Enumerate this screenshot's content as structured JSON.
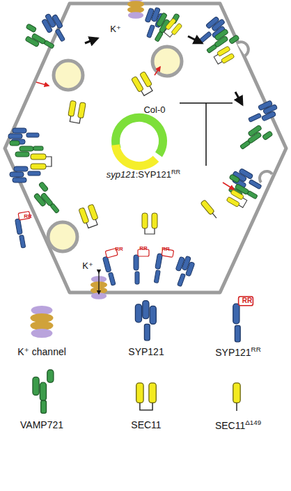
{
  "diagram": {
    "labels": [
      "K⁺",
      "Col-0",
      "syp121:SYP121RR",
      "RR",
      "K⁺",
      "RR",
      "RR",
      "RR",
      "RR"
    ],
    "legend": [
      {
        "text": "K⁺ channel"
      },
      {
        "text": "SYP121"
      },
      {
        "text": "SYP121RR"
      },
      {
        "text": "VAMP721"
      },
      {
        "text": "SEC11"
      },
      {
        "text": "SEC11Δ149"
      }
    ]
  }
}
